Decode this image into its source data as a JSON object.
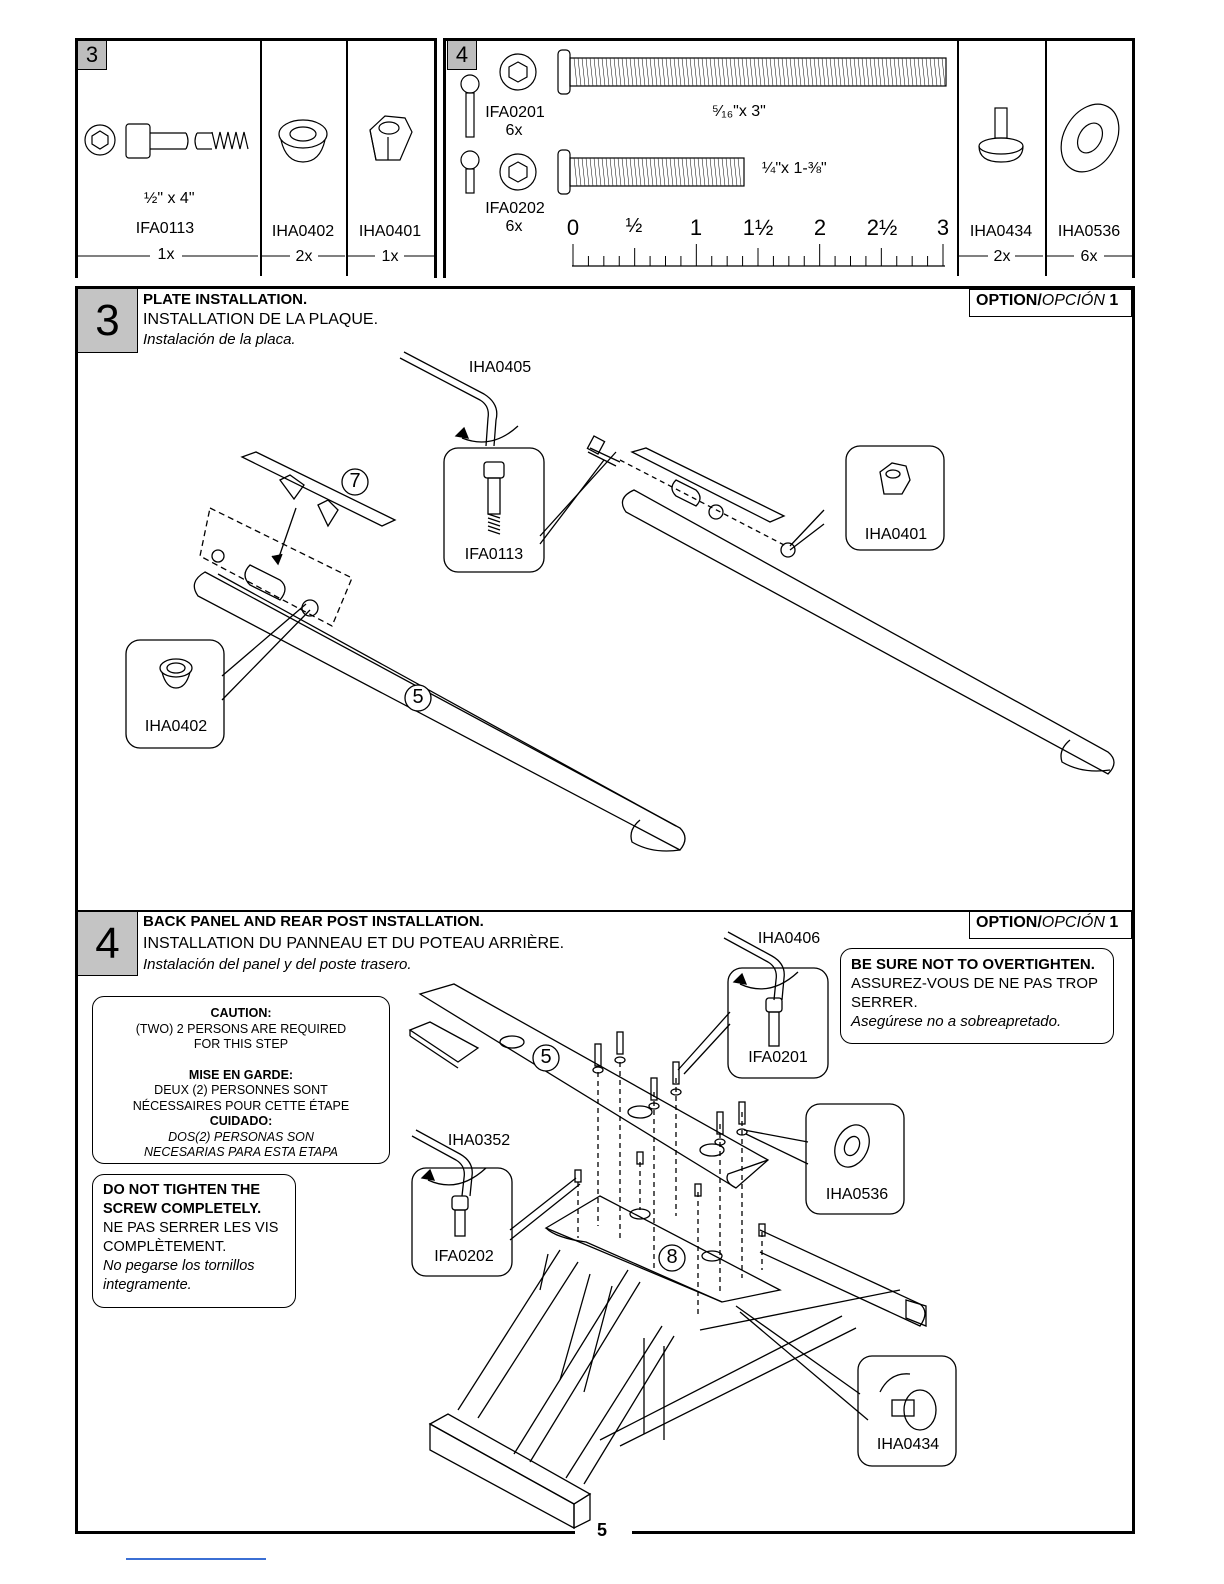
{
  "hardware_left": {
    "step_number": "3",
    "items": [
      {
        "size": "½\" x 4\"",
        "code": "IFA0113",
        "qty": "1x"
      },
      {
        "code": "IHA0402",
        "qty": "2x"
      },
      {
        "code": "IHA0401",
        "qty": "1x"
      }
    ]
  },
  "hardware_right": {
    "step_number": "4",
    "screw_a": {
      "code": "IFA0201",
      "qty": "6x",
      "size": "⁵⁄₁₆\"x 3\""
    },
    "screw_b": {
      "code": "IFA0202",
      "qty": "6x",
      "size": "¼\"x 1-⅜\""
    },
    "ruler_ticks": [
      "0",
      "½",
      "1",
      "1½",
      "2",
      "2½",
      "3"
    ],
    "items": [
      {
        "code": "IHA0434",
        "qty": "2x"
      },
      {
        "code": "IHA0536",
        "qty": "6x"
      }
    ]
  },
  "step3": {
    "number": "3",
    "title_en": "PLATE INSTALLATION.",
    "title_fr": "INSTALLATION DE LA PLAQUE.",
    "title_es": "Instalación de la placa.",
    "option_en": "OPTION/",
    "option_es": "OPCIÓN",
    "option_num": "1",
    "labels": {
      "tool": "IHA0405",
      "bolt": "IFA0113",
      "nut": "IHA0401",
      "cap": "IHA0402",
      "part_plate": "7",
      "part_post": "5"
    }
  },
  "step4": {
    "number": "4",
    "title_en": "BACK PANEL AND REAR POST INSTALLATION.",
    "title_fr": "INSTALLATION DU PANNEAU ET DU POTEAU ARRIÈRE.",
    "title_es": "Instalación del panel y del poste trasero.",
    "option_en": "OPTION/",
    "option_es": "OPCIÓN",
    "option_num": "1",
    "caution": {
      "title_en": "CAUTION:",
      "line1": "(TWO) 2 PERSONS ARE REQUIRED",
      "line2": "FOR THIS STEP",
      "title_fr": "MISE EN GARDE:",
      "fr1": "DEUX (2) PERSONNES SONT",
      "fr2": "NÉCESSAIRES POUR CETTE ÉTAPE",
      "title_es": "CUIDADO:",
      "es1": "DOS(2) PERSONAS SON",
      "es2": "NECESARIAS PARA ESTA ETAPA"
    },
    "no_tighten": {
      "en1": "DO NOT TIGHTEN THE",
      "en2": "SCREW COMPLETELY.",
      "fr1": "NE PAS SERRER LES VIS",
      "fr2": "COMPLÈTEMENT.",
      "es1": "No pegarse los tornillos",
      "es2": "integramente."
    },
    "overtighten": {
      "en": "BE SURE NOT TO OVERTIGHTEN.",
      "fr1": "ASSUREZ-VOUS DE NE PAS TROP",
      "fr2": "SERRER.",
      "es": "Asegúrese no a sobreapretado."
    },
    "labels": {
      "tool_a": "IHA0406",
      "screw_a": "IFA0201",
      "tool_b": "IHA0352",
      "screw_b": "IFA0202",
      "washer": "IHA0536",
      "glide": "IHA0434",
      "part_post": "5",
      "part_panel": "8"
    }
  },
  "page_number": "5"
}
